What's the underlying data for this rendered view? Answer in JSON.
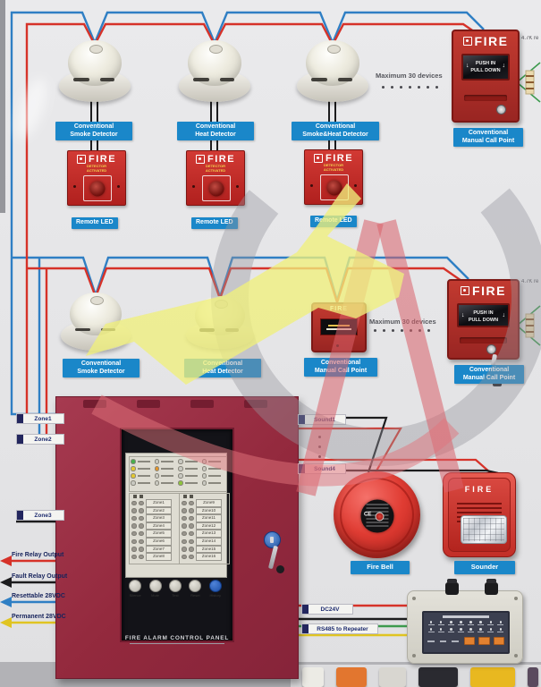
{
  "palette": {
    "wire_red": "#d63229",
    "wire_blue": "#2f7fc4",
    "wire_black": "#1c1c1e",
    "wire_green": "#3d9a4e",
    "wire_yellow": "#e0c422",
    "label_blue": "#1a87c9",
    "panel_red": "#93293d",
    "device_red": "#c23a30"
  },
  "row1": {
    "detectors": [
      {
        "l1": "Conventional",
        "l2": "Smoke Detector"
      },
      {
        "l1": "Conventional",
        "l2": "Heat Detector"
      },
      {
        "l1": "Conventional",
        "l2": "Smoke&Heat Detector"
      }
    ],
    "remote_led": {
      "fire": "FIRE",
      "sub1": "DETECTOR",
      "sub2": "ACTIVATED",
      "label": "Remote LED"
    },
    "max_devices": "Maximum 30 devices",
    "dot_count": 7,
    "resistor_note": "4.7K re"
  },
  "row2": {
    "detectors": [
      {
        "l1": "Conventional",
        "l2": "Smoke Detector"
      },
      {
        "l1": "Conventional",
        "l2": "Heat Detector"
      }
    ],
    "mini_call_point": {
      "fire": "FIRE",
      "label_l1": "Conventional",
      "label_l2": "Manual Call Point"
    },
    "max_devices": "Maximum 30 devices",
    "dot_count": 7,
    "resistor_note": "4.7K re"
  },
  "call_point": {
    "fire": "FIRE",
    "push": "PUSH IN",
    "pull": "PULL DOWN",
    "label_l1": "Conventional",
    "label_l2": "Manual Call Point"
  },
  "zone_tags": [
    "Zone1",
    "Zone2",
    "Zone3"
  ],
  "sound_tags": [
    "Sound1",
    "Sound4"
  ],
  "sound_dot_count": 3,
  "outputs_left": [
    {
      "label": "Fire Relay Output",
      "color": "#d63229"
    },
    {
      "label": "Fault Relay Output",
      "color": "#1c1c1e"
    },
    {
      "label": "Resettable 28VDC",
      "color": "#2f7fc4"
    },
    {
      "label": "Permanent 28VDC",
      "color": "#e0c422"
    }
  ],
  "panel": {
    "title": "FIRE ALARM CONTROL PANEL",
    "buttons": [
      "Silence",
      "Mute",
      "Test",
      "Reset",
      "History"
    ],
    "zones_col1": [
      "Zone1",
      "Zone2",
      "Zone3",
      "Zone4",
      "Zone5",
      "Zone6",
      "Zone7",
      "Zone8"
    ],
    "zones_col2": [
      "Zone9",
      "Zone10",
      "Zone11",
      "Zone12",
      "Zone13",
      "Zone14",
      "Zone15",
      "Zone16"
    ],
    "status_led_colors": [
      "#47b04b",
      "#c9c9c1",
      "#c9c9c1",
      "#c9c9c1",
      "#e3c832",
      "#e59428",
      "#c9c9c1",
      "#c9c9c1",
      "#e3c832",
      "#c9c9c1",
      "#c9c9c1",
      "#c9c9c1",
      "#c9c9c1",
      "#c9c9c1",
      "#8fc43c",
      "#c9c9c1"
    ]
  },
  "devices": {
    "fire_bell_label": "Fire Bell",
    "sounder_label": "Sounder",
    "sounder_text": "FIRE",
    "bell_badge": "CE"
  },
  "bottom_tags": {
    "dc24v": "DC24V",
    "rs485": "RS485 to Repeater"
  },
  "repeater": {
    "grid_columns": 8,
    "grid_rows": 2,
    "button_count": 3
  },
  "shelf_items": [
    {
      "color": "#ecebe5",
      "width": 24
    },
    {
      "color": "#e2762f",
      "width": 34
    },
    {
      "color": "#d8d6d0",
      "width": 30
    },
    {
      "color": "#2a2a30",
      "width": 44
    },
    {
      "color": "#e8b820",
      "width": 50
    },
    {
      "color": "#5a4a5e",
      "width": 12
    }
  ]
}
